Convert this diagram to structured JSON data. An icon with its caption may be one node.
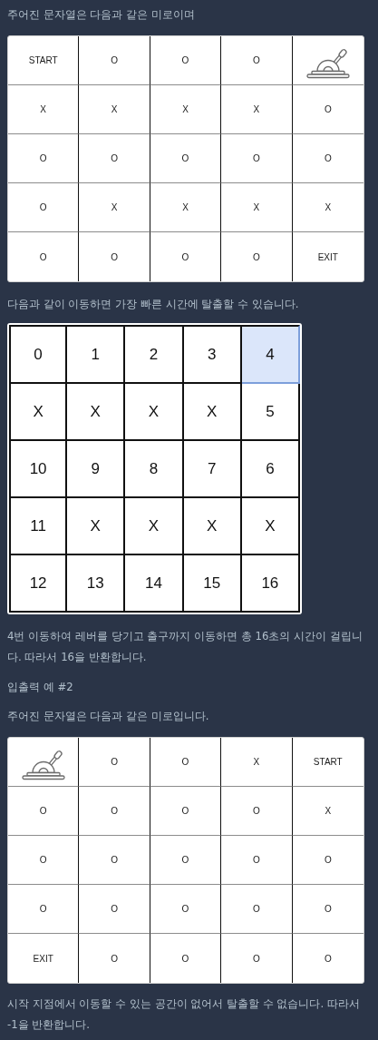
{
  "diagram": {
    "labels": [
      "주어진 문자열은 다음과 같은 미로이며",
      "START",
      "O",
      "O",
      "O",
      "X",
      "X",
      "X",
      "X",
      "O",
      "O",
      "O",
      "O",
      "O",
      "O",
      "O",
      "X",
      "X",
      "X",
      "X",
      "O",
      "O",
      "O",
      "O",
      "EXIT",
      "다음과 같이 이동하면 가장 빠른 시간에 탈출할 수 있습니다.",
      "0",
      "1",
      "2",
      "3",
      "4",
      "X",
      "X",
      "X",
      "X",
      "5",
      "10",
      "9",
      "8",
      "7",
      "6",
      "11",
      "X",
      "X",
      "X",
      "X",
      "12",
      "13",
      "14",
      "15",
      "16",
      "4번 이동하여 레버를 당기고 출구까지 이동하면 총 16초의 시간이 걸립니다. 따라서 16을 반환합니다.",
      "입출력 예 #2",
      "주어진 문자열은 다음과 같은 미로입니다.",
      "O",
      "O",
      "X",
      "START",
      "O",
      "O",
      "O",
      "O",
      "X",
      "O",
      "O",
      "O",
      "O",
      "O",
      "O",
      "O",
      "O",
      "O",
      "O",
      "EXIT",
      "O",
      "O",
      "O",
      "O",
      "시작 지점에서 이동할 수 있는 공간이 없어서 탈출할 수 없습니다. 따라서 -1을 반환합니다."
    ]
  }
}
